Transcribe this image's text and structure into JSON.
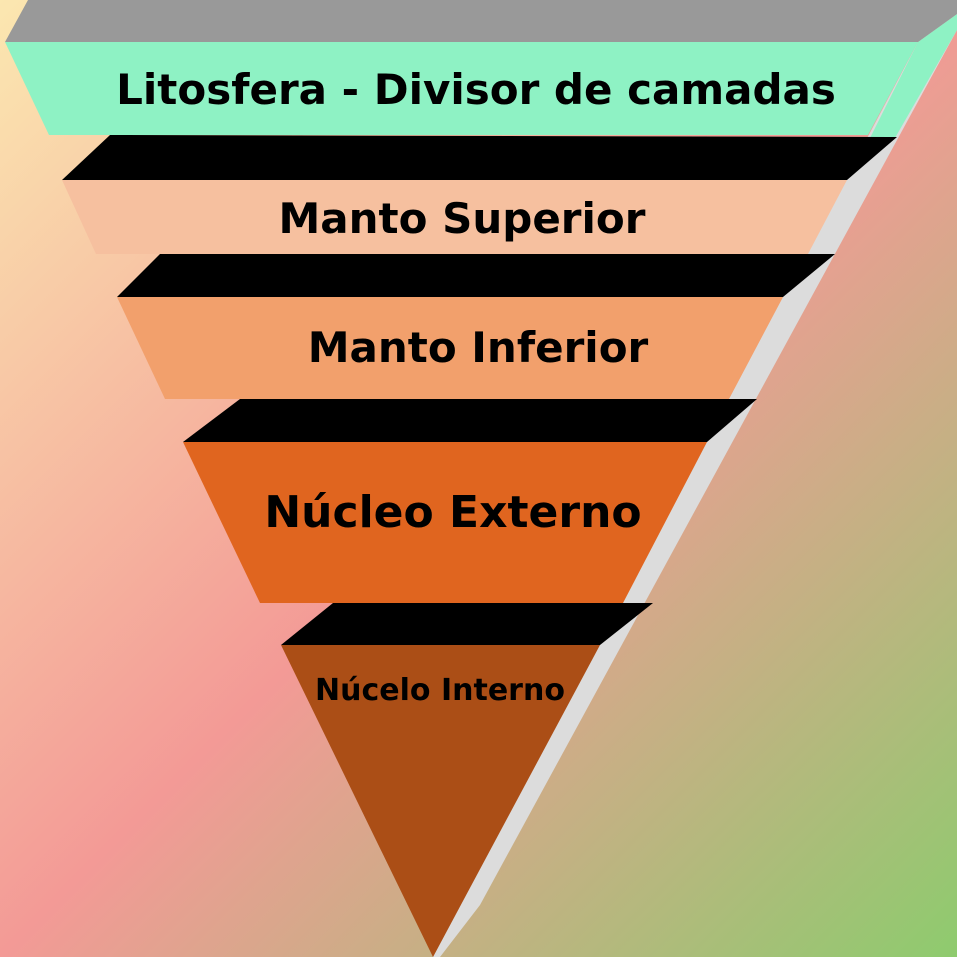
{
  "layers": [
    {
      "label": "Litosfera - Divisor de camadas",
      "color": "#8ef2c4"
    },
    {
      "label": "Manto Superior",
      "color": "#f6c09f"
    },
    {
      "label": "Manto Inferior",
      "color": "#f2a06c"
    },
    {
      "label": "Núcleo Externo",
      "color": "#e0651f"
    },
    {
      "label": "Núcelo Interno",
      "color": "#ab4e16"
    }
  ],
  "colors": {
    "divider": "#000000",
    "side": "#dcdcdc",
    "top": "#999999"
  }
}
